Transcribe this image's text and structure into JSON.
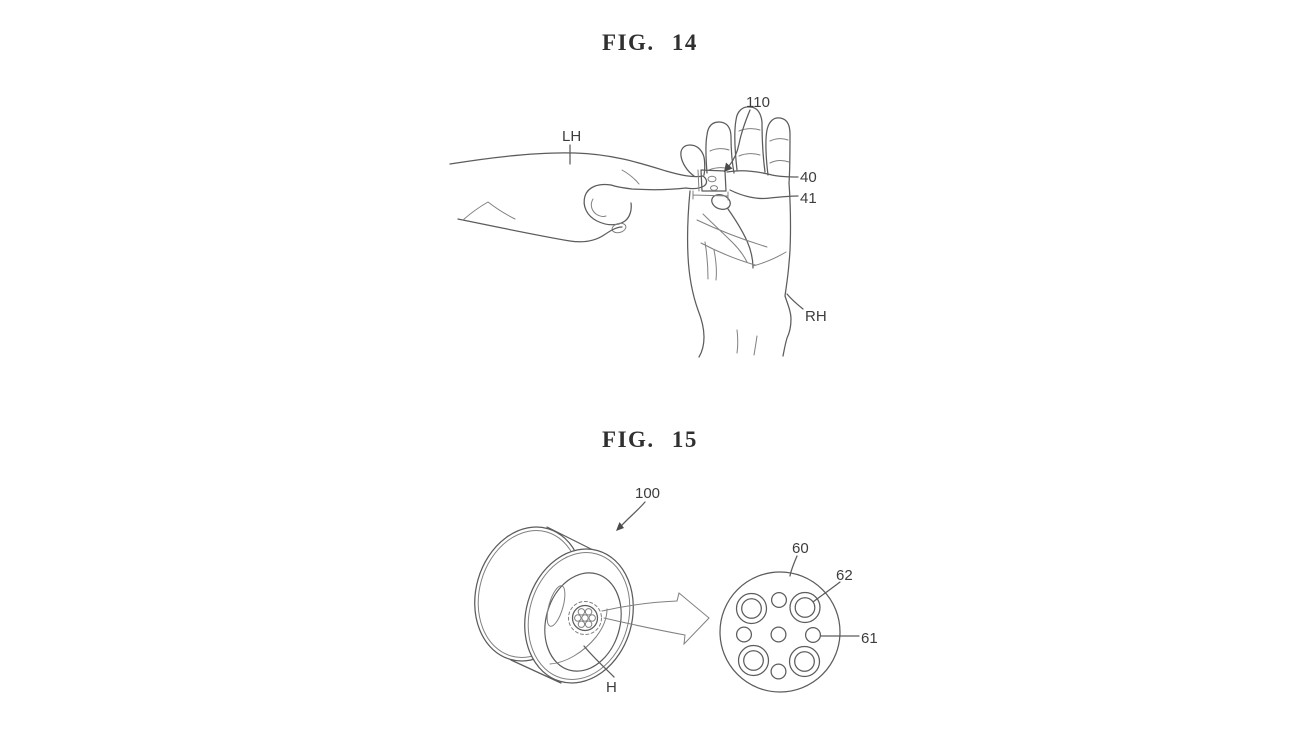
{
  "page": {
    "background": "#ffffff",
    "ink_color": "#5c5c5c",
    "label_color": "#3d3d3d"
  },
  "figures": {
    "fig14": {
      "title": "FIG.  14",
      "labels": {
        "ref110": "110",
        "left_hand": "LH",
        "right_hand": "RH",
        "ref40": "40",
        "ref41": "41"
      }
    },
    "fig15": {
      "title": "FIG.  15",
      "labels": {
        "ref100": "100",
        "hole": "H",
        "ref60": "60",
        "ref61": "61",
        "ref62": "62"
      }
    }
  }
}
